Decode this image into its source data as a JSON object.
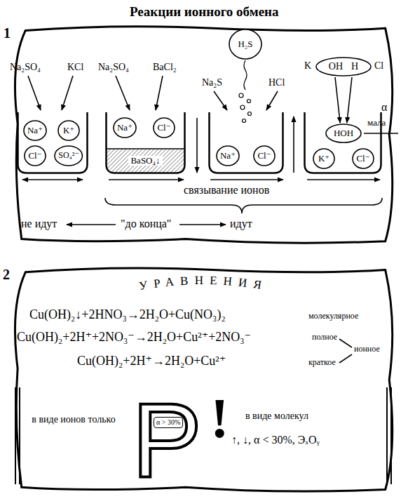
{
  "diagram": {
    "title": "Реакции ионного обмена",
    "nodes": [
      {
        "text": [
          "1"
        ]
      },
      {
        "text": [
          "Na₂SO₄",
          "KCl"
        ],
        "in": 0
      },
      {
        "text": [
          "Na⁺"
        ],
        "in": 1
      },
      {
        "text": [
          "K⁺"
        ],
        "in": 1
      },
      {
        "text": [
          "Cl⁻"
        ],
        "in": 1
      },
      {
        "text": [
          "SO₄²⁻"
        ],
        "in": 1
      },
      {
        "text": [
          "Na₂SO₄",
          "BaCl₂"
        ],
        "in": 0
      },
      {
        "text": [
          "Na⁺"
        ],
        "in": 6
      },
      {
        "text": [
          "Cl⁻"
        ],
        "in": 6
      },
      {
        "text": [
          "BaSO₄↓"
        ],
        "in": 6
      },
      {
        "text": [
          "H₂S"
        ],
        "in": 0
      },
      {
        "text": [
          "Na₂S",
          "HCl"
        ],
        "in": 0
      },
      {
        "text": [
          "Na⁺"
        ],
        "in": 11
      },
      {
        "text": [
          "Cl⁻"
        ],
        "in": 11
      },
      {
        "text": [
          "OH",
          "H"
        ],
        "in": 0
      },
      {
        "text": [
          "K",
          "Cl"
        ],
        "in": 0
      },
      {
        "text": [
          "HOH"
        ],
        "in": 15
      },
      {
        "text": [
          "K⁺"
        ],
        "in": 15
      },
      {
        "text": [
          "Cl⁻"
        ],
        "in": 15
      },
      {
        "text": [
          "2"
        ]
      },
      {
        "text": [
          "Р",
          "α > 30%"
        ],
        "in": 19
      }
    ],
    "edges": [
      {
        "from": 14,
        "to": 16,
        "arrow": "to"
      },
      {
        "from": 14,
        "to": 16,
        "arrow": "to"
      }
    ],
    "labels": [
      "α",
      "мала",
      "связывание ионов",
      "не идут",
      "\"до конца\"",
      "идут",
      "УРАВНЕНИЯ",
      "Cu(OH)₂↓+2HNO₃→2H₂O+Cu(NO₃)₂",
      "молекулярное",
      "Cu(OH)₂+2H⁺+2NO₃⁻→2H₂O+Cu²⁺+2NO₃⁻",
      "полное",
      "ионное",
      "Cu(OH)₂+2H⁺→2H₂O+Cu²⁺",
      "краткое",
      "в виде ионов только",
      "!",
      "в виде молекул",
      "↑, ↓, α < 30%, ЭₓOᵧ"
    ]
  }
}
